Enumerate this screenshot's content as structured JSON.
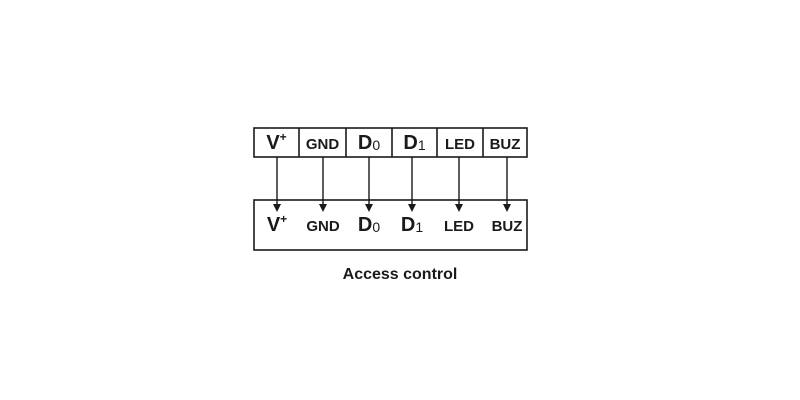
{
  "caption": "Access control",
  "top_terminals": [
    {
      "main": "V",
      "suffix": "+",
      "suffix_type": "sup"
    },
    {
      "main": "GND",
      "suffix": "",
      "suffix_type": ""
    },
    {
      "main": "D",
      "suffix": "0",
      "suffix_type": "sub"
    },
    {
      "main": "D",
      "suffix": "1",
      "suffix_type": "sub"
    },
    {
      "main": "LED",
      "suffix": "",
      "suffix_type": ""
    },
    {
      "main": "BUZ",
      "suffix": "",
      "suffix_type": ""
    }
  ],
  "bottom_terminals": [
    {
      "main": "V",
      "suffix": "+",
      "suffix_type": "sup"
    },
    {
      "main": "GND",
      "suffix": "",
      "suffix_type": ""
    },
    {
      "main": "D",
      "suffix": "0",
      "suffix_type": "sub"
    },
    {
      "main": "D",
      "suffix": "1",
      "suffix_type": "sub"
    },
    {
      "main": "LED",
      "suffix": "",
      "suffix_type": ""
    },
    {
      "main": "BUZ",
      "suffix": "",
      "suffix_type": ""
    }
  ]
}
